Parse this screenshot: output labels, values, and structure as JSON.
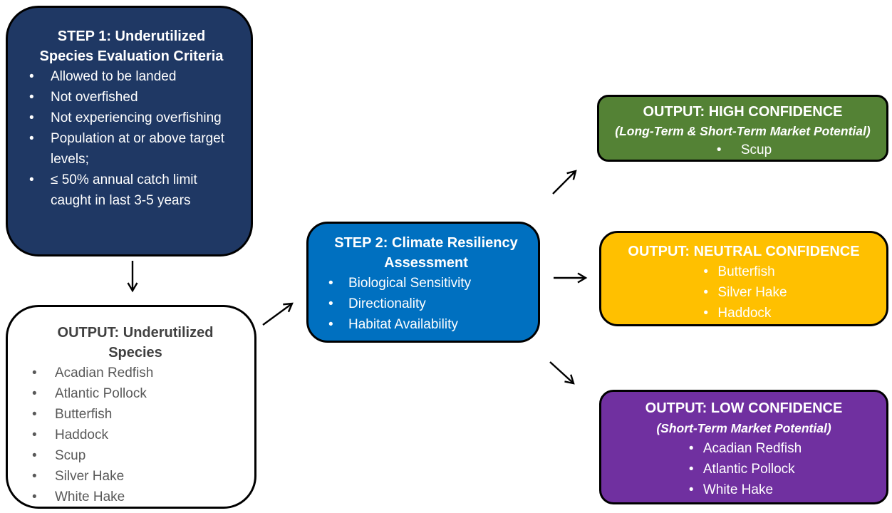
{
  "diagram": {
    "background": "#FFFFFF",
    "border_color": "#000000",
    "boxes": {
      "step1": {
        "title": "STEP 1: Underutilized Species Evaluation Criteria",
        "items": [
          "Allowed to be landed",
          "Not overfished",
          "Not experiencing overfishing",
          "Population at or above target levels;",
          "≤ 50% annual catch limit caught in last 3-5 years"
        ],
        "bg": "#1F3864",
        "text_color": "#FFFFFF"
      },
      "output_species": {
        "title": "OUTPUT: Underutilized Species",
        "items": [
          "Acadian Redfish",
          "Atlantic Pollock",
          "Butterfish",
          "Haddock",
          "Scup",
          "Silver Hake",
          "White Hake"
        ],
        "bg": "#FFFFFF",
        "title_color": "#404040",
        "text_color": "#595959"
      },
      "step2": {
        "title": "STEP 2: Climate Resiliency Assessment",
        "items": [
          "Biological Sensitivity",
          "Directionality",
          "Habitat Availability"
        ],
        "bg": "#0070C0",
        "text_color": "#FFFFFF"
      },
      "high_confidence": {
        "title": "OUTPUT: HIGH CONFIDENCE",
        "subtitle": "(Long-Term & Short-Term Market Potential)",
        "items": [
          "Scup"
        ],
        "bg": "#548235",
        "text_color": "#FFFFFF"
      },
      "neutral_confidence": {
        "title": "OUTPUT: NEUTRAL CONFIDENCE",
        "items": [
          "Butterfish",
          "Silver Hake",
          "Haddock"
        ],
        "bg": "#FFC000",
        "text_color": "#FFFFFF"
      },
      "low_confidence": {
        "title": "OUTPUT: LOW CONFIDENCE",
        "subtitle": "(Short-Term Market Potential)",
        "items": [
          "Acadian Redfish",
          "Atlantic Pollock",
          "White Hake"
        ],
        "bg": "#7030A0",
        "text_color": "#FFFFFF"
      }
    },
    "arrows": [
      {
        "from": "step1",
        "to": "output_species"
      },
      {
        "from": "output_species",
        "to": "step2"
      },
      {
        "from": "step2",
        "to": "high_confidence"
      },
      {
        "from": "step2",
        "to": "neutral_confidence"
      },
      {
        "from": "step2",
        "to": "low_confidence"
      }
    ]
  }
}
